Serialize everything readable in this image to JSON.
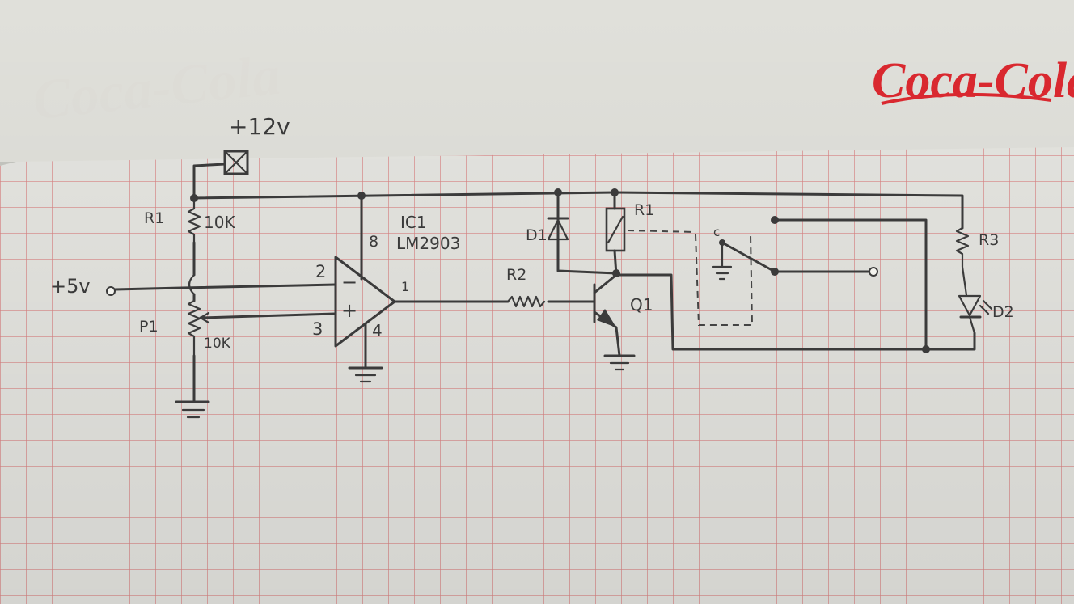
{
  "brand": {
    "logo_text": "Coca-Cola",
    "color": "#d9282f"
  },
  "paper": {
    "background": "#f1f1ec",
    "grid_color": "#e58a8a"
  },
  "labels": {
    "supply_12v": "+12v",
    "supply_5v": "+5v",
    "r1_left": "R1",
    "r1_left_value": "10K",
    "p1": "P1",
    "p1_value": "10K",
    "ic_name": "IC1",
    "ic_part": "LM2903",
    "pin_8": "8",
    "pin_2": "2",
    "pin_3": "3",
    "pin_4": "4",
    "pin_1": "1",
    "minus": "−",
    "plus": "+",
    "r2": "R2",
    "d1": "D1",
    "r1_relay": "R1",
    "q1": "Q1",
    "r3": "R3",
    "d2": "D2",
    "relay_c": "c"
  }
}
